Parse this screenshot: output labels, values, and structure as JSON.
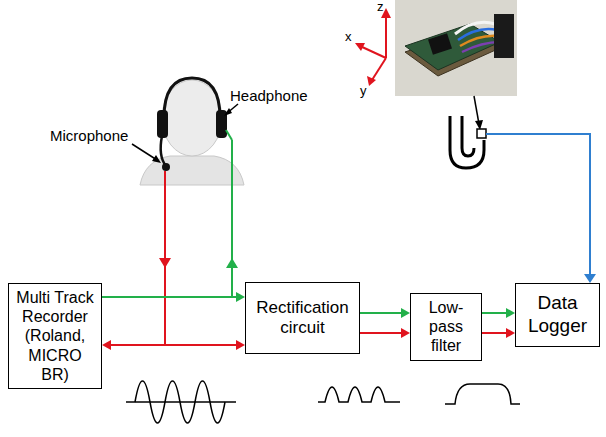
{
  "diagram": {
    "nodes": [
      {
        "text": [
          "Multi Track Recorder (Roland, MICRO BR)"
        ]
      },
      {
        "text": [
          "Rectification circuit"
        ]
      },
      {
        "text": [
          "Low-pass filter"
        ]
      },
      {
        "text": [
          "Data Logger"
        ]
      }
    ],
    "edges": [
      {
        "from": 0,
        "to": 1,
        "arrow": "to"
      },
      {
        "from": 0,
        "to": 1,
        "arrow": "both"
      },
      {
        "from": 1,
        "to": 2,
        "arrow": "to"
      },
      {
        "from": 1,
        "to": 2,
        "arrow": "to"
      },
      {
        "from": 2,
        "to": 3,
        "arrow": "to"
      },
      {
        "from": 2,
        "to": 3,
        "arrow": "to"
      }
    ],
    "labels": [
      "z",
      "x",
      "y",
      "Headphone",
      "Microphone"
    ]
  }
}
